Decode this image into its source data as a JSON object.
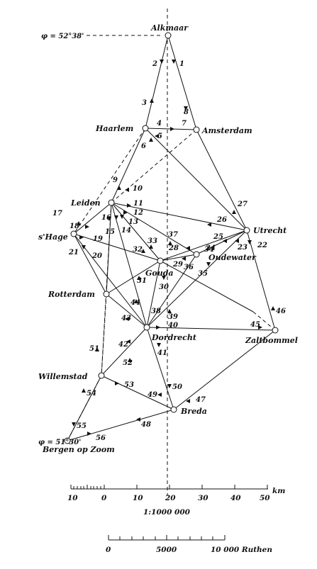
{
  "header": {
    "lat_top": "φ = 52°38'",
    "lat_bottom": "φ = 51°30'"
  },
  "stations": [
    {
      "id": "alkmaar",
      "label": "Alkmaar"
    },
    {
      "id": "haarlem",
      "label": "Haarlem"
    },
    {
      "id": "amsterdam",
      "label": "Amsterdam"
    },
    {
      "id": "leiden",
      "label": "Leiden"
    },
    {
      "id": "hage",
      "label": "s'Hage"
    },
    {
      "id": "utrecht",
      "label": "Utrecht"
    },
    {
      "id": "oudewater",
      "label": "Oudewater"
    },
    {
      "id": "gouda",
      "label": "Gouda"
    },
    {
      "id": "rotterdam",
      "label": "Rotterdam"
    },
    {
      "id": "dordrecht",
      "label": "Dordrecht"
    },
    {
      "id": "zaltbommel",
      "label": "Zaltbommel"
    },
    {
      "id": "willemstad",
      "label": "Willemstad"
    },
    {
      "id": "breda",
      "label": "Breda"
    },
    {
      "id": "bergen",
      "label": "Bergen op Zoom"
    }
  ],
  "direction_numbers": [
    "1",
    "2",
    "3",
    "4",
    "5",
    "6",
    "7",
    "8",
    "9",
    "10",
    "11",
    "12",
    "13",
    "14",
    "15",
    "16",
    "17",
    "18",
    "19",
    "20",
    "21",
    "22",
    "23",
    "24",
    "25",
    "26",
    "27",
    "28",
    "29",
    "30",
    "31",
    "32",
    "33",
    "34",
    "35",
    "36",
    "37",
    "38",
    "39",
    "40",
    "41",
    "42",
    "43",
    "44",
    "45",
    "46",
    "47",
    "48",
    "49",
    "50",
    "51",
    "52",
    "53",
    "54",
    "55",
    "56"
  ],
  "scale_km": {
    "labels": [
      "10",
      "0",
      "10",
      "20",
      "30",
      "40",
      "50"
    ],
    "unit": "km",
    "ratio": "1:1000 000"
  },
  "scale_ruthen": {
    "labels": [
      "0",
      "5000",
      "10 000 Ruthen"
    ]
  }
}
